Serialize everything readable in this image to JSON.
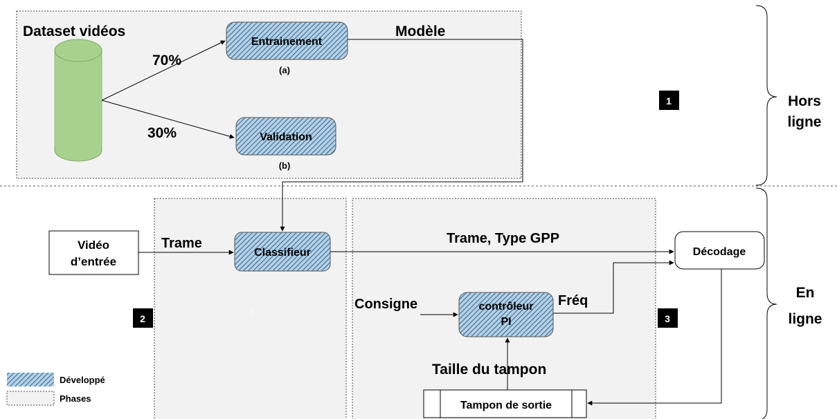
{
  "offline": {
    "dataset_label": "Dataset vidéos",
    "split_train": "70%",
    "split_val": "30%",
    "train_box": "Entrainement",
    "train_tag": "(a)",
    "val_box": "Validation",
    "val_tag": "(b)",
    "model_label": "Modèle",
    "phase_number": "1",
    "phase_label_line1": "Hors",
    "phase_label_line2": "ligne"
  },
  "online": {
    "input_box_line1": "Vidéo",
    "input_box_line2": "d’entrée",
    "frame_label": "Trame",
    "classifier_box": "Classifieur",
    "frame_type_label": "Trame, Type GPP",
    "decode_box": "Décodage",
    "setpoint_label": "Consigne",
    "controller_line1": "contrôleur",
    "controller_line2": "PI",
    "freq_label": "Fréq",
    "buffer_size_label": "Taille du tampon",
    "buffer_box": "Tampon de sortie",
    "phase2_number": "2",
    "phase3_number": "3",
    "stray_char": "c",
    "phase_label_line1": "En",
    "phase_label_line2": "ligne"
  },
  "legend": {
    "developed": "Développé",
    "phases": "Phases"
  },
  "colors": {
    "cylinder_fill": "#a9d18e",
    "hatch_bg": "#b8cfe3",
    "hatch_line": "#2e6f9e",
    "panel_fill": "#f2f2f2",
    "badge_fill": "#000000"
  }
}
